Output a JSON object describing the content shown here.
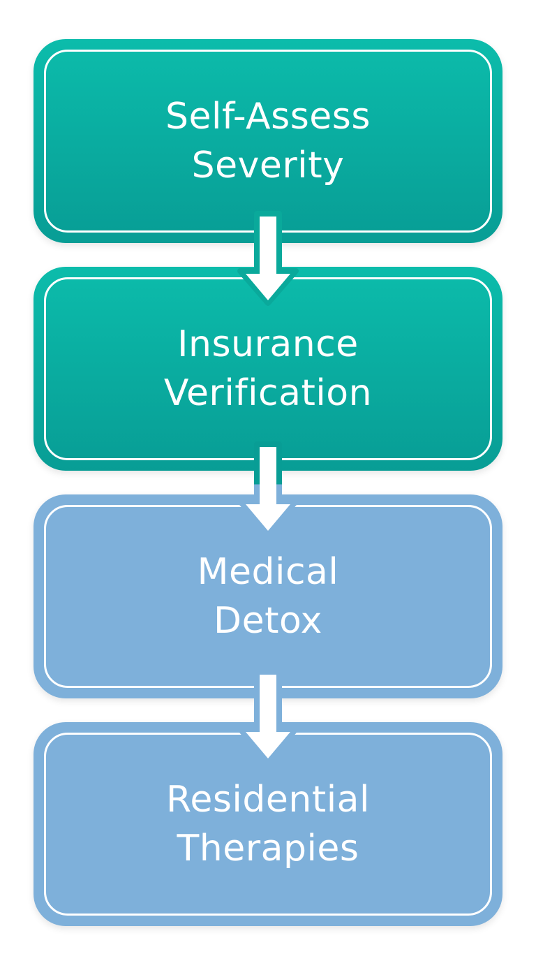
{
  "steps": [
    {
      "label": "Self-Assess\nSeverity",
      "color": "#0aae9f"
    },
    {
      "label": "Insurance\nVerification",
      "color": "#0aae9f"
    },
    {
      "label": "Medical\nDetox",
      "color": "#7eb0da"
    },
    {
      "label": "Residential\nTherapies",
      "color": "#7eb0da"
    }
  ],
  "connector": {
    "type": "arrow-down",
    "color": "#ffffff"
  }
}
